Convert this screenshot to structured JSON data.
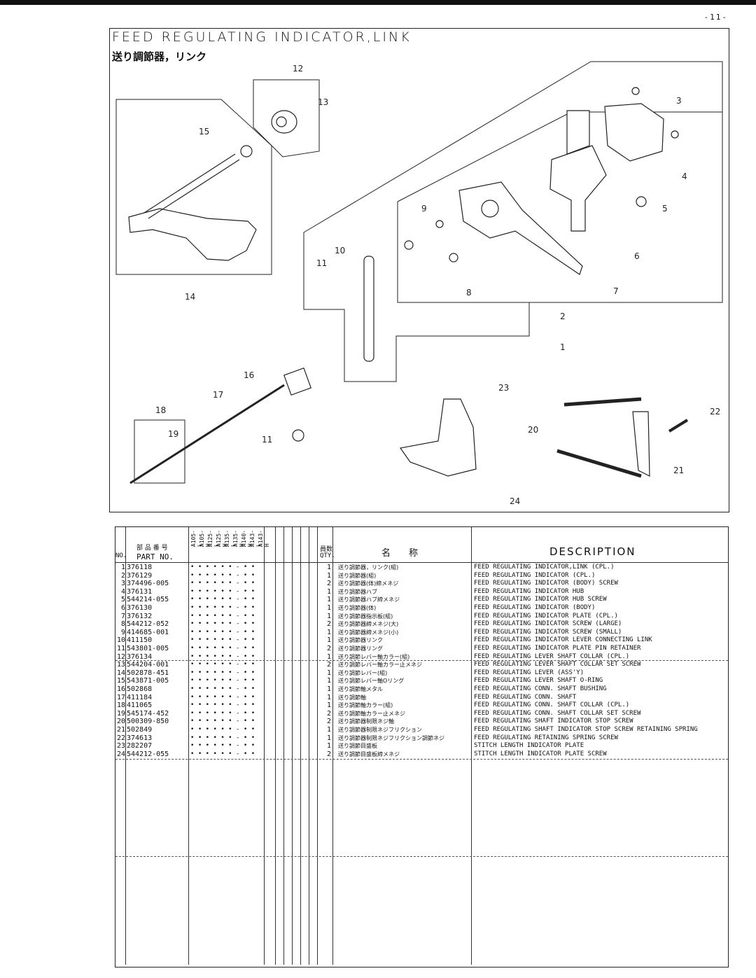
{
  "page_number": "-11-",
  "title_en": "FEED REGULATING INDICATOR,LINK",
  "title_jp": "送り調節器，リンク",
  "callouts": [
    "1",
    "2",
    "3",
    "4",
    "5",
    "6",
    "7",
    "8",
    "9",
    "10",
    "11",
    "11",
    "12",
    "13",
    "14",
    "15",
    "16",
    "17",
    "18",
    "19",
    "20",
    "21",
    "22",
    "23",
    "24"
  ],
  "table": {
    "header_no": "NO.",
    "header_part_jp": "部 品 番 号",
    "header_part": "PART NO.",
    "models": [
      "A105-L",
      "A105-H",
      "A125-L",
      "A125-H",
      "A135-L",
      "A135-H",
      "A140-H",
      "A143-L",
      "A143-H"
    ],
    "header_qty_jp": "員数",
    "header_qty": "QTY.",
    "header_name_jp": "名　　称",
    "header_desc": "DESCRIPTION",
    "rows": [
      {
        "no": "1",
        "part": "376118",
        "dots": "• • • • • • - • •",
        "qty": "1",
        "jp": "送り調節器，リンク(組)",
        "desc": "FEED REGULATING INDICATOR,LINK (CPL.)"
      },
      {
        "no": "2",
        "part": "376129",
        "dots": "• • • • • • - • •",
        "qty": "1",
        "jp": "送り調節器(組)",
        "desc": "FEED REGULATING INDICATOR (CPL.)"
      },
      {
        "no": "3",
        "part": "374496-005",
        "dots": "• • • • • • - • •",
        "qty": "2",
        "jp": "送り調節器(体)締メネジ",
        "desc": "FEED REGULATING INDICATOR (BODY) SCREW"
      },
      {
        "no": "4",
        "part": "376131",
        "dots": "• • • • • • - • •",
        "qty": "1",
        "jp": "送り調節器ハブ",
        "desc": "FEED REGULATING INDICATOR HUB"
      },
      {
        "no": "5",
        "part": "544214-055",
        "dots": "• • • • • • - • •",
        "qty": "1",
        "jp": "送り調節器ハブ締メネジ",
        "desc": "FEED REGULATING INDICATOR HUB SCREW"
      },
      {
        "no": "6",
        "part": "376130",
        "dots": "• • • • • • - • •",
        "qty": "1",
        "jp": "送り調節器(体)",
        "desc": "FEED REGULATING INDICATOR (BODY)"
      },
      {
        "no": "7",
        "part": "376132",
        "dots": "• • • • • • - • •",
        "qty": "1",
        "jp": "送り調節器指示板(組)",
        "desc": "FEED REGULATING INDICATOR PLATE (CPL.)"
      },
      {
        "no": "8",
        "part": "544212-052",
        "dots": "• • • • • • - • •",
        "qty": "2",
        "jp": "送り調節器締メネジ(大)",
        "desc": "FEED REGULATING INDICATOR SCREW (LARGE)"
      },
      {
        "no": "9",
        "part": "414685-001",
        "dots": "• • • • • • - • •",
        "qty": "1",
        "jp": "送り調節器締メネジ(小)",
        "desc": "FEED REGULATING INDICATOR SCREW (SMALL)"
      },
      {
        "no": "10",
        "part": "411150",
        "dots": "• • • • • • - • •",
        "qty": "1",
        "jp": "送り調節器リンク",
        "desc": "FEED REGULATING INDICATOR LEVER CONNECTING LINK"
      },
      {
        "no": "11",
        "part": "543801-005",
        "dots": "• • • • • • - • •",
        "qty": "2",
        "jp": "送り調節器リング",
        "desc": "FEED REGULATING INDICATOR PLATE PIN RETAINER"
      },
      {
        "no": "12",
        "part": "376134",
        "dots": "• • • • • • - • •",
        "qty": "1",
        "jp": "送り調節レバー軸カラー(組)",
        "desc": "FEED REGULATING LEVER SHAFT COLLAR (CPL.)"
      },
      {
        "no": "13",
        "part": "544204-001",
        "dots": "• • • • • • - • •",
        "qty": "2",
        "jp": "送り調節レバー軸カラー止メネジ",
        "desc": "FEED REGULATING LEVER SHAFT COLLAR SET SCREW"
      },
      {
        "no": "14",
        "part": "502878-451",
        "dots": "• • • • • • - • •",
        "qty": "1",
        "jp": "送り調節レバー(組)",
        "desc": "FEED REGULATING LEVER (ASS'Y)"
      },
      {
        "no": "15",
        "part": "543871-005",
        "dots": "• • • • • • - • •",
        "qty": "1",
        "jp": "送り調節レバー軸Oリング",
        "desc": "FEED REGULATING LEVER SHAFT O-RING"
      },
      {
        "no": "16",
        "part": "502868",
        "dots": "• • • • • • - • •",
        "qty": "1",
        "jp": "送り調節軸メタル",
        "desc": "FEED REGULATING CONN. SHAFT BUSHING"
      },
      {
        "no": "17",
        "part": "411184",
        "dots": "• • • • • • - • •",
        "qty": "1",
        "jp": "送り調節軸",
        "desc": "FEED REGULATING CONN. SHAFT"
      },
      {
        "no": "18",
        "part": "411065",
        "dots": "• • • • • • - • •",
        "qty": "1",
        "jp": "送り調節軸カラー(組)",
        "desc": "FEED REGULATING CONN. SHAFT COLLAR (CPL.)"
      },
      {
        "no": "19",
        "part": "545174-452",
        "dots": "• • • • • • - • •",
        "qty": "2",
        "jp": "送り調節軸カラー止メネジ",
        "desc": "FEED REGULATING CONN. SHAFT COLLAR SET SCREW"
      },
      {
        "no": "20",
        "part": "500309-850",
        "dots": "• • • • • • - • •",
        "qty": "2",
        "jp": "送り調節器制限ネジ軸",
        "desc": "FEED REGULATING SHAFT INDICATOR STOP SCREW"
      },
      {
        "no": "21",
        "part": "502849",
        "dots": "• • • • • • - • •",
        "qty": "1",
        "jp": "送り調節器制限ネジフリクション",
        "desc": "FEED REGULATING SHAFT INDICATOR STOP SCREW RETAINING SPRING"
      },
      {
        "no": "22",
        "part": "374613",
        "dots": "• • • • • • - • •",
        "qty": "1",
        "jp": "送り調節器制限ネジフリクション調節ネジ",
        "desc": "FEED REGULATING RETAINING SPRING SCREW"
      },
      {
        "no": "23",
        "part": "282207",
        "dots": "• • • • • • - • •",
        "qty": "1",
        "jp": "送り調節目盛板",
        "desc": "STITCH LENGTH INDICATOR PLATE"
      },
      {
        "no": "24",
        "part": "544212-055",
        "dots": "• • • • • • - • •",
        "qty": "2",
        "jp": "送り調節目盛板締メネジ",
        "desc": "STITCH LENGTH INDICATOR PLATE SCREW"
      }
    ]
  }
}
